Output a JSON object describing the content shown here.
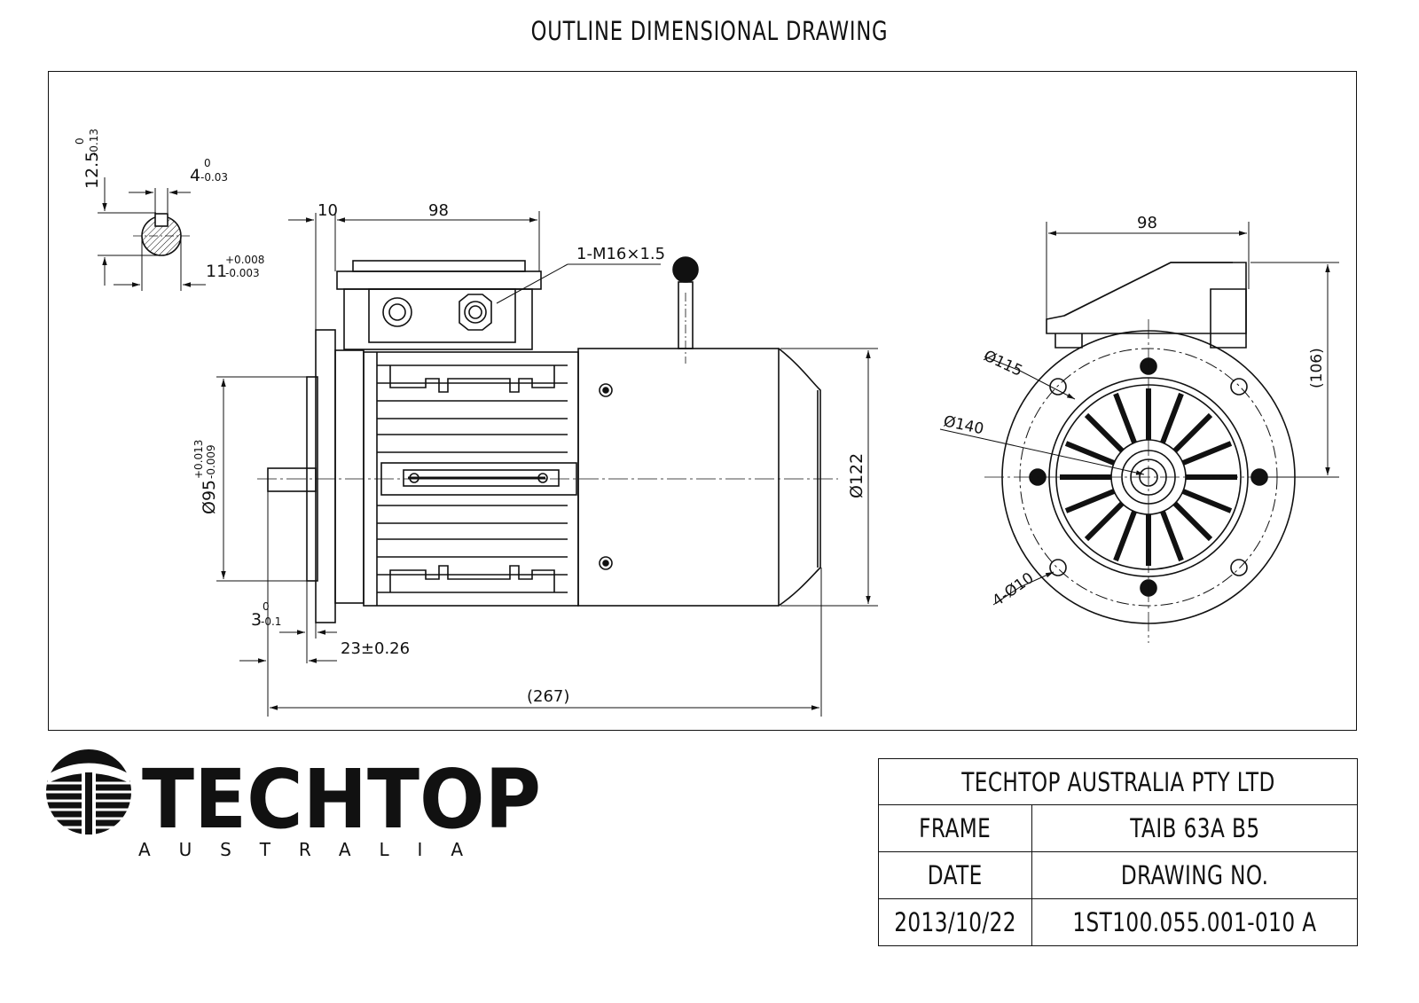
{
  "page_title": "OUTLINE DIMENSIONAL DRAWING",
  "logo": {
    "brand": "TECHTOP",
    "subtitle": "AUSTRALIA"
  },
  "dimensions": {
    "keyway_depth": "12.5",
    "keyway_depth_tol_upper": "0",
    "keyway_depth_tol_lower": "-0.13",
    "key_width": "4",
    "key_width_tol_upper": "0",
    "key_width_tol_lower": "-0.03",
    "shaft_dia": "11",
    "shaft_dia_tol_upper": "+0.008",
    "shaft_dia_tol_lower": "-0.003",
    "flange_thickness": "10",
    "terminal_box_length": "98",
    "cable_gland": "1-M16×1.5",
    "spigot_dia": "Ø95",
    "spigot_dia_tol_upper": "+0.013",
    "spigot_dia_tol_lower": "-0.009",
    "body_dia": "Ø122",
    "spigot_depth": "3",
    "spigot_depth_tol_upper": "0",
    "spigot_depth_tol_lower": "-0.1",
    "shaft_length": "23±0.26",
    "overall_length": "(267)",
    "end_view_box_width": "98",
    "pcd": "Ø115",
    "flange_dia": "Ø140",
    "height_to_box": "(106)",
    "bolt_holes": "4-Ø10"
  },
  "title_block": {
    "company": "TECHTOP AUSTRALIA PTY LTD",
    "frame_label": "FRAME",
    "frame_value": "TAIB 63A B5",
    "date_label": "DATE",
    "drawing_no_label": "DRAWING NO.",
    "date_value": "2013/10/22",
    "drawing_no_value": "1ST100.055.001-010 A"
  }
}
